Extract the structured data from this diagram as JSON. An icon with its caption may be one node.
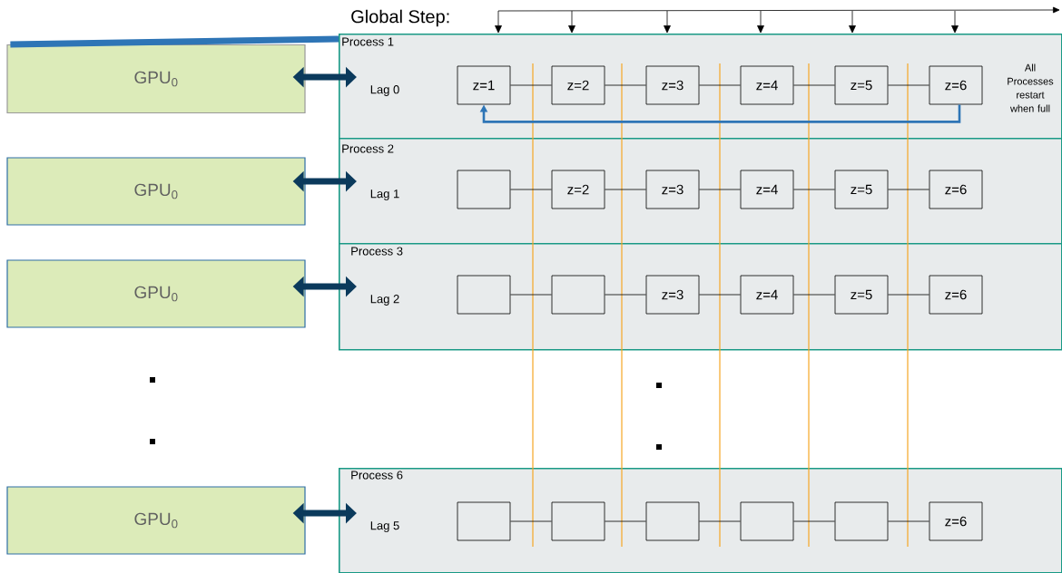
{
  "diagram": {
    "nodes": [
      {
        "text": [
          "GPU$_{0}$"
        ]
      },
      {
        "text": [
          "Process 1",
          "Lag 0",
          "All Processes restart when full"
        ]
      },
      {
        "text": [
          "z=1"
        ],
        "in": 1
      },
      {
        "text": [
          "z=2"
        ],
        "in": 1
      },
      {
        "text": [
          "z=3"
        ],
        "in": 1
      },
      {
        "text": [
          "z=4"
        ],
        "in": 1
      },
      {
        "text": [
          "z=5"
        ],
        "in": 1
      },
      {
        "text": [
          "z=6"
        ],
        "in": 1
      },
      {
        "text": [
          "GPU$_{0}$"
        ]
      },
      {
        "text": [
          "Process 2",
          "Lag 1"
        ]
      },
      {
        "text": [],
        "shape": "box",
        "in": 9
      },
      {
        "text": [
          "z=2"
        ],
        "in": 9
      },
      {
        "text": [
          "z=3"
        ],
        "in": 9
      },
      {
        "text": [
          "z=4"
        ],
        "in": 9
      },
      {
        "text": [
          "z=5"
        ],
        "in": 9
      },
      {
        "text": [
          "z=6"
        ],
        "in": 9
      },
      {
        "text": [
          "GPU$_{0}$"
        ]
      },
      {
        "text": [
          "Process 3",
          "Lag 2"
        ]
      },
      {
        "text": [],
        "shape": "box",
        "in": 17
      },
      {
        "text": [],
        "shape": "box",
        "in": 17
      },
      {
        "text": [
          "z=3"
        ],
        "in": 17
      },
      {
        "text": [
          "z=4"
        ],
        "in": 17
      },
      {
        "text": [
          "z=5"
        ],
        "in": 17
      },
      {
        "text": [
          "z=6"
        ],
        "in": 17
      },
      {
        "text": [
          "GPU$_{0}$"
        ]
      },
      {
        "text": [
          "Process 6",
          "Lag 5"
        ]
      },
      {
        "text": [],
        "shape": "box",
        "in": 25
      },
      {
        "text": [],
        "shape": "box",
        "in": 25
      },
      {
        "text": [],
        "shape": "box",
        "in": 25
      },
      {
        "text": [],
        "shape": "box",
        "in": 25
      },
      {
        "text": [],
        "shape": "box",
        "in": 25
      },
      {
        "text": [
          "z=6"
        ],
        "in": 25
      }
    ],
    "edges": [
      {
        "from": 0,
        "to": 1,
        "arrow": "both",
        "style": "thick",
        "color": "#0b3a5c"
      },
      {
        "from": 2,
        "to": 3,
        "arrow": "none"
      },
      {
        "from": 3,
        "to": 4,
        "arrow": "none"
      },
      {
        "from": 4,
        "to": 5,
        "arrow": "none"
      },
      {
        "from": 5,
        "to": 6,
        "arrow": "none"
      },
      {
        "from": 6,
        "to": 7,
        "arrow": "none"
      },
      {
        "from": 7,
        "to": 2,
        "arrow": "to",
        "style": "thick",
        "color": "#2e75b6"
      },
      {
        "from": 0,
        "to": 1,
        "arrow": "none",
        "style": "thick",
        "color": "#2e75b6"
      },
      {
        "from": 8,
        "to": 9,
        "arrow": "both",
        "style": "thick",
        "color": "#0b3a5c"
      },
      {
        "from": 10,
        "to": 11,
        "arrow": "none"
      },
      {
        "from": 11,
        "to": 12,
        "arrow": "none"
      },
      {
        "from": 12,
        "to": 13,
        "arrow": "none"
      },
      {
        "from": 13,
        "to": 14,
        "arrow": "none"
      },
      {
        "from": 14,
        "to": 15,
        "arrow": "none"
      },
      {
        "from": 16,
        "to": 17,
        "arrow": "both",
        "style": "thick",
        "color": "#0b3a5c"
      },
      {
        "from": 18,
        "to": 19,
        "arrow": "none"
      },
      {
        "from": 19,
        "to": 20,
        "arrow": "none"
      },
      {
        "from": 20,
        "to": 21,
        "arrow": "none"
      },
      {
        "from": 21,
        "to": 22,
        "arrow": "none"
      },
      {
        "from": 22,
        "to": 23,
        "arrow": "none"
      },
      {
        "from": 24,
        "to": 25,
        "arrow": "both",
        "style": "thick",
        "color": "#0b3a5c"
      },
      {
        "from": 26,
        "to": 27,
        "arrow": "none"
      },
      {
        "from": 27,
        "to": 28,
        "arrow": "none"
      },
      {
        "from": 28,
        "to": 29,
        "arrow": "none"
      },
      {
        "from": 29,
        "to": 30,
        "arrow": "none"
      },
      {
        "from": 30,
        "to": 31,
        "arrow": "none"
      }
    ],
    "labels": [
      "Global Step:"
    ]
  }
}
